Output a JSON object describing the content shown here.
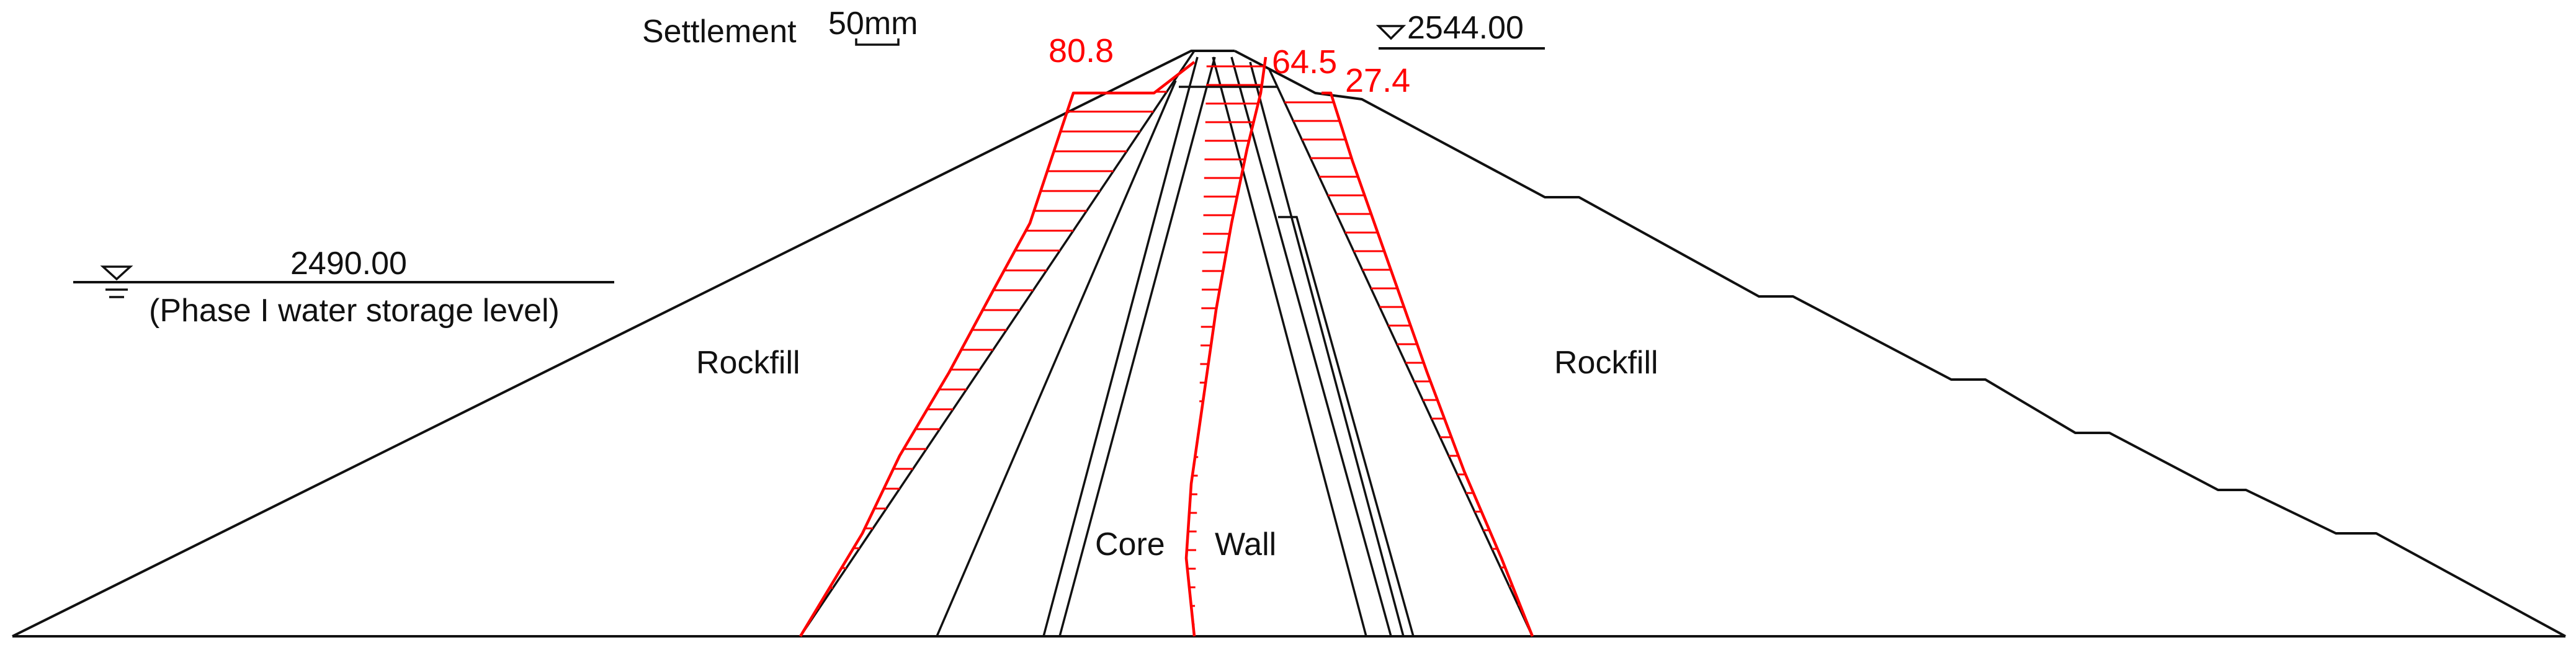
{
  "labels": {
    "settlement_prefix": "Settlement",
    "scale_value": "50mm",
    "crest_level": "2544.00",
    "water_level": "2490.00",
    "water_level_note": "(Phase I water storage level)",
    "rockfill_left": "Rockfill",
    "rockfill_right": "Rockfill",
    "core": "Core",
    "wall": "Wall"
  },
  "values": {
    "upstream_max": "80.8",
    "core_max": "64.5",
    "downstream_max": "27.4"
  },
  "colors": {
    "settlement": "#ff0000",
    "outline": "#111111"
  }
}
